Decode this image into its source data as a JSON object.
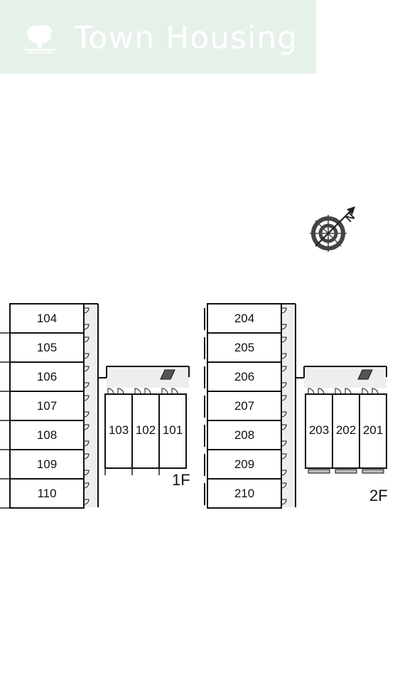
{
  "brand": {
    "name": "Town Housing",
    "logo": "tree-logo-icon",
    "colors": {
      "banner": "#e6f1ea",
      "text": "#ffffff"
    }
  },
  "compass": {
    "icon": "north-compass-icon",
    "label": "N"
  },
  "floors": [
    {
      "label": "1F",
      "column_units": [
        "104",
        "105",
        "106",
        "107",
        "108",
        "109",
        "110"
      ],
      "wing_units": [
        "103",
        "102",
        "101"
      ]
    },
    {
      "label": "2F",
      "column_units": [
        "204",
        "205",
        "206",
        "207",
        "208",
        "209",
        "210"
      ],
      "wing_units": [
        "203",
        "202",
        "201"
      ]
    }
  ],
  "colors": {
    "corridor": "#eeeeee",
    "wall": "#111111"
  }
}
